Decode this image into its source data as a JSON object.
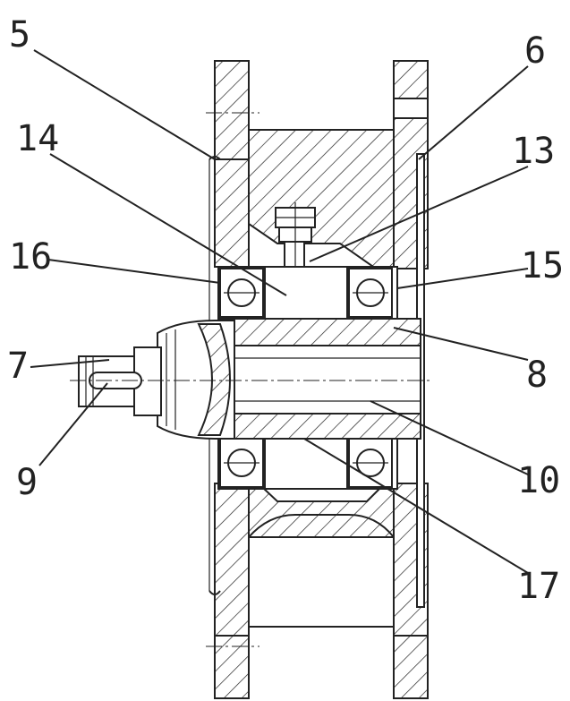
{
  "labels": {
    "l5": "5",
    "l6": "6",
    "l14": "14",
    "l13": "13",
    "l16": "16",
    "l15": "15",
    "l7": "7",
    "l8": "8",
    "l9": "9",
    "l10": "10",
    "l17": "17"
  },
  "colors": {
    "line": "#222222",
    "background": "#ffffff"
  }
}
